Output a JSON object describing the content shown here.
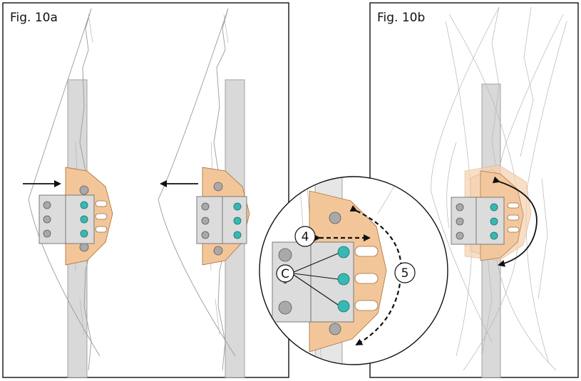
{
  "figures": {
    "fig_a_label": "Fig. 10a",
    "fig_b_label": "Fig. 10b"
  },
  "callouts": {
    "four": "4",
    "five": "5",
    "c": "C"
  },
  "colors": {
    "bracket": "#f3c69a",
    "screw_accent": "#36b9b2",
    "frame": "#111111"
  }
}
